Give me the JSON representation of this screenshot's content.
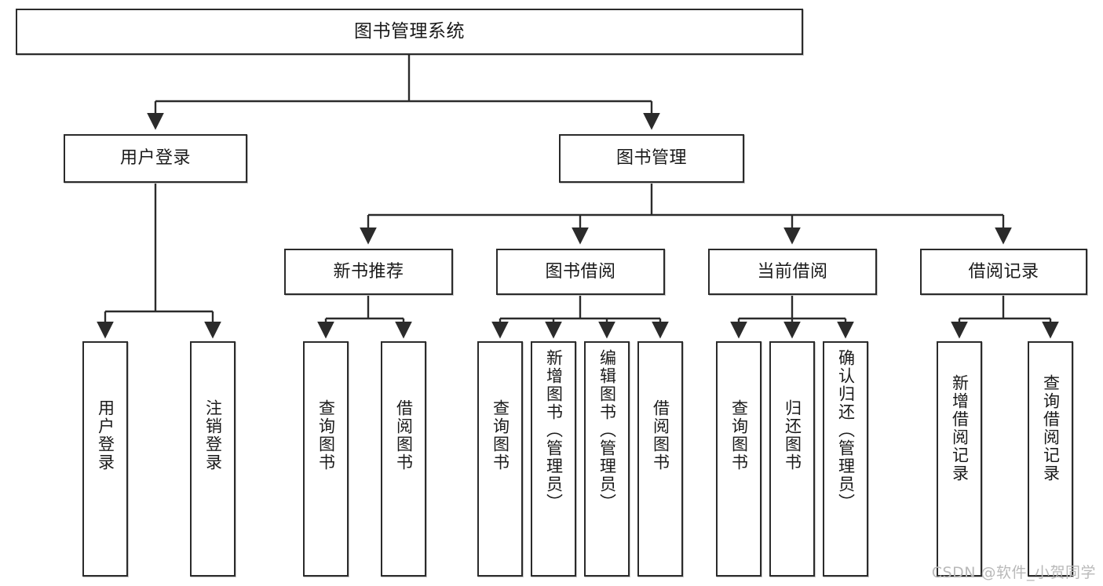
{
  "diagram": {
    "title": "图书管理系统",
    "watermark": "CSDN @软件_小贺同学",
    "colors": {
      "node_border": "#2b2b2b",
      "node_fill": "#ffffff",
      "edge": "#2b2b2b",
      "text": "#1a1a1a",
      "watermark": "#b9b9b9",
      "background": "#ffffff"
    },
    "levels": {
      "root": "图书管理系统",
      "level2": [
        "用户登录",
        "图书管理"
      ],
      "level3": [
        "新书推荐",
        "图书借阅",
        "当前借阅",
        "借阅记录"
      ],
      "level4": [
        "用户登录",
        "注销登录",
        "查询图书",
        "借阅图书",
        "查询图书",
        "新增图书（管理员）",
        "编辑图书（管理员）",
        "借阅图书",
        "查询图书",
        "归还图书",
        "确认归还（管理员）",
        "新增借阅记录",
        "查询借阅记录"
      ]
    },
    "nodes": {
      "root": {
        "label": "图书管理系统"
      },
      "user_login": {
        "label": "用户登录"
      },
      "book_manage": {
        "label": "图书管理"
      },
      "new_book_rec": {
        "label": "新书推荐"
      },
      "book_borrow": {
        "label": "图书借阅"
      },
      "current_borrow": {
        "label": "当前借阅"
      },
      "borrow_record": {
        "label": "借阅记录"
      },
      "leaf_user_login": {
        "label": "用户登录"
      },
      "leaf_user_logout": {
        "label": "注销登录"
      },
      "leaf_rec_query": {
        "label": "查询图书"
      },
      "leaf_rec_borrow": {
        "label": "借阅图书"
      },
      "leaf_borrow_query": {
        "label": "查询图书"
      },
      "leaf_borrow_add": {
        "label": "新增图书（管理员）"
      },
      "leaf_borrow_edit": {
        "label": "编辑图书（管理员）"
      },
      "leaf_borrow_lend": {
        "label": "借阅图书"
      },
      "leaf_cur_query": {
        "label": "查询图书"
      },
      "leaf_cur_return": {
        "label": "归还图书"
      },
      "leaf_cur_confirm": {
        "label": "确认归还（管理员）"
      },
      "leaf_rec_add": {
        "label": "新增借阅记录"
      },
      "leaf_rec_search": {
        "label": "查询借阅记录"
      }
    }
  }
}
